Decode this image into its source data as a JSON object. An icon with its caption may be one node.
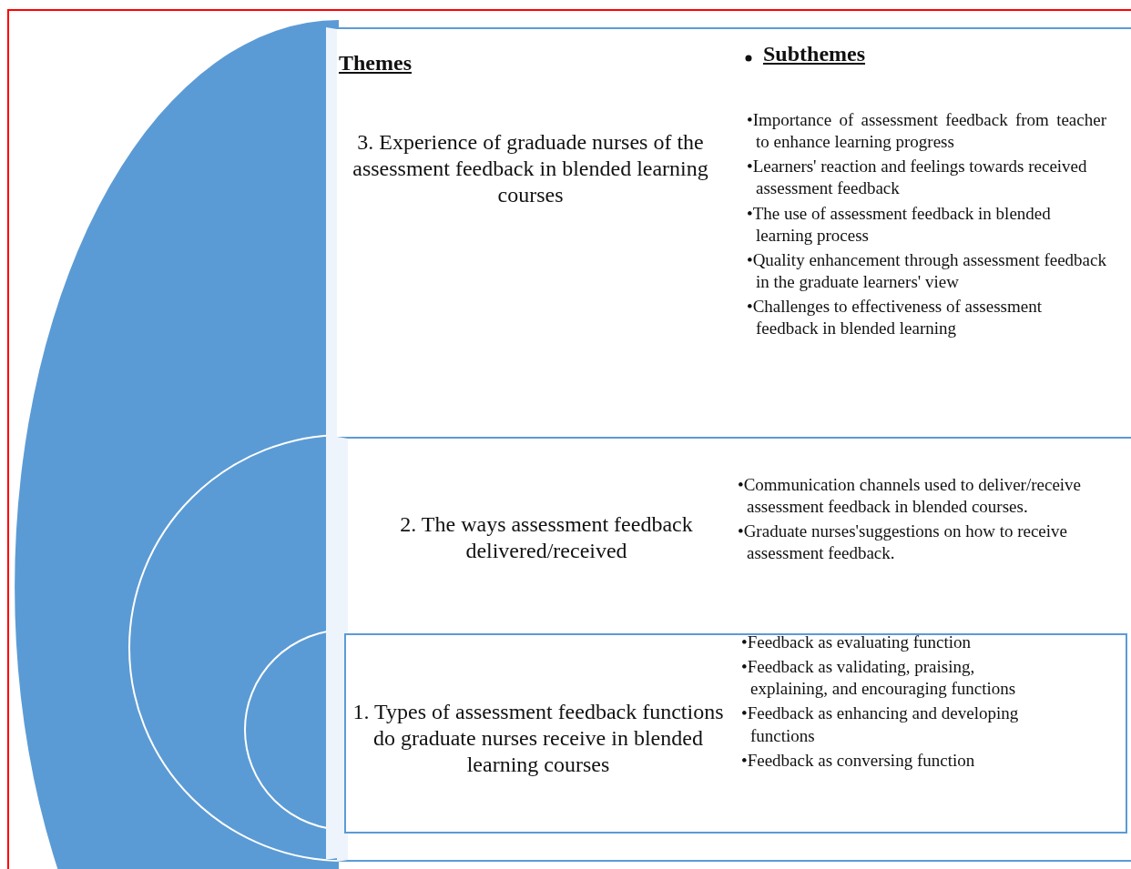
{
  "diagram": {
    "nodes": [
      {
        "text": [
          "3. Experience  of graduade nurses of the assessment feedback in blended learning courses",
          "•Importance of assessment feedback from teacher to enhance learning progress",
          "•Learners' reaction and feelings towards received assessment feedback",
          "•The use of assessment feedback in blended learning process",
          "•Quality enhancement through assessment feedback in the graduate learners' view",
          "•Challenges to effectiveness of assessment feedback in blended learning"
        ]
      },
      {
        "text": [
          "2. The ways assessment feedback delivered/received",
          "•Communication channels used to deliver/receive assessment feedback in blended courses.",
          "•Graduate nurses'suggestions on how to receive assessment feedback."
        ],
        "in": 0
      },
      {
        "text": [
          "1. Types of assessment feedback functions do graduate nurses receive in blended learning courses",
          "•Feedback as evaluating function",
          "•Feedback as validating, praising, explaining, and encouraging functions",
          "•Feedback as enhancing and developing functions",
          "•Feedback as conversing function"
        ],
        "in": 1
      }
    ],
    "labels": [
      "Themes",
      "Subthemes"
    ]
  }
}
